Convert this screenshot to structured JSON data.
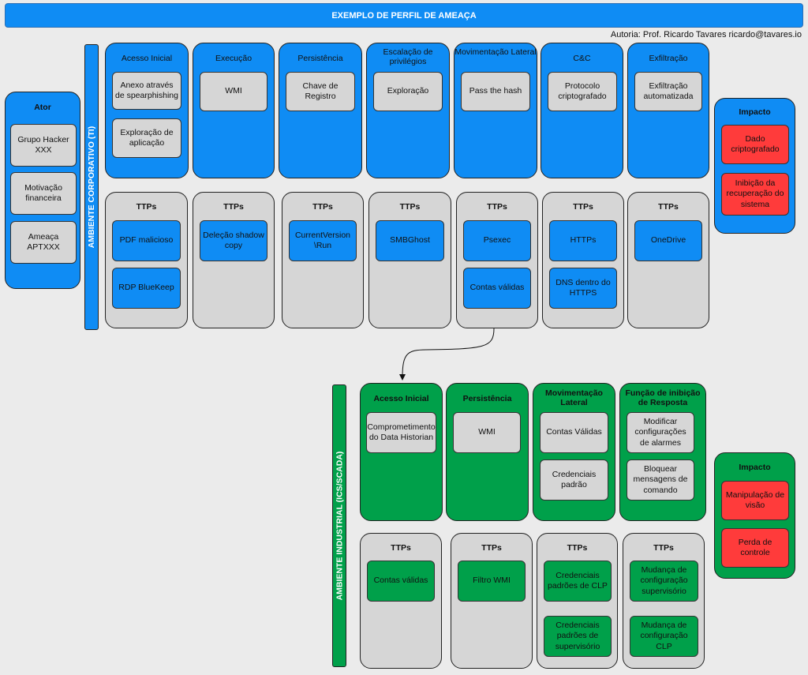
{
  "header": {
    "title": "EXEMPLO DE PERFIL DE AMEAÇA",
    "author": "Autoria: Prof. Ricardo Tavares ricardo@tavares.io"
  },
  "actor": {
    "title": "Ator",
    "items": [
      "Grupo Hacker XXX",
      "Motivação financeira",
      "Ameaça APTXXX"
    ]
  },
  "corporate": {
    "label": "AMBIENTE CORPORATIVO (TI)",
    "tactics": [
      {
        "title": "Acesso Inicial",
        "items": [
          "Anexo através de spearphishing",
          "Exploração de aplicação"
        ]
      },
      {
        "title": "Execução",
        "items": [
          "WMI"
        ]
      },
      {
        "title": "Persistência",
        "items": [
          "Chave de Registro"
        ]
      },
      {
        "title": "Escalação de privilégios",
        "items": [
          "Exploração"
        ]
      },
      {
        "title": "Movimentação Lateral",
        "items": [
          "Pass the hash"
        ]
      },
      {
        "title": "C&C",
        "items": [
          "Protocolo criptografado"
        ]
      },
      {
        "title": "Exfiltração",
        "items": [
          "Exfiltração automatizada"
        ]
      }
    ],
    "ttps": [
      {
        "title": "TTPs",
        "items": [
          "PDF malicioso",
          "RDP BlueKeep"
        ]
      },
      {
        "title": "TTPs",
        "items": [
          "Deleção shadow copy"
        ]
      },
      {
        "title": "TTPs",
        "items": [
          "CurrentVersion \\Run"
        ]
      },
      {
        "title": "TTPs",
        "items": [
          "SMBGhost"
        ]
      },
      {
        "title": "TTPs",
        "items": [
          "Psexec",
          "Contas válidas"
        ]
      },
      {
        "title": "TTPs",
        "items": [
          "HTTPs",
          "DNS dentro do HTTPS"
        ]
      },
      {
        "title": "TTPs",
        "items": [
          "OneDrive"
        ]
      }
    ],
    "impact": {
      "title": "Impacto",
      "items": [
        "Dado criptografado",
        "Inibição da recuperação do sistema"
      ]
    }
  },
  "industrial": {
    "label": "AMBIENTE INDUSTRIAL (ICS/SCADA)",
    "tactics": [
      {
        "title": "Acesso Inicial",
        "items": [
          "Comprometimento do Data Historian"
        ]
      },
      {
        "title": "Persistência",
        "items": [
          "WMI"
        ]
      },
      {
        "title": "Movimentação Lateral",
        "items": [
          "Contas Válidas",
          "Credenciais padrão"
        ]
      },
      {
        "title": "Função de inibição de Resposta",
        "items": [
          "Modificar configurações de alarmes",
          "Bloquear mensagens de comando"
        ]
      }
    ],
    "ttps": [
      {
        "title": "TTPs",
        "items": [
          "Contas válidas"
        ]
      },
      {
        "title": "TTPs",
        "items": [
          "Filtro WMI"
        ]
      },
      {
        "title": "TTPs",
        "items": [
          "Credenciais padrões de CLP",
          "Credenciais padrões de supervisório"
        ]
      },
      {
        "title": "TTPs",
        "items": [
          "Mudança de configuração supervisório",
          "Mudança de configuração CLP"
        ]
      }
    ],
    "impact": {
      "title": "Impacto",
      "items": [
        "Manipulação de visão",
        "Perda de controle"
      ]
    }
  },
  "colors": {
    "blue": "#0f8cf4",
    "green": "#00a04a",
    "grey": "#d6d6d6",
    "red": "#ff3b3b"
  }
}
